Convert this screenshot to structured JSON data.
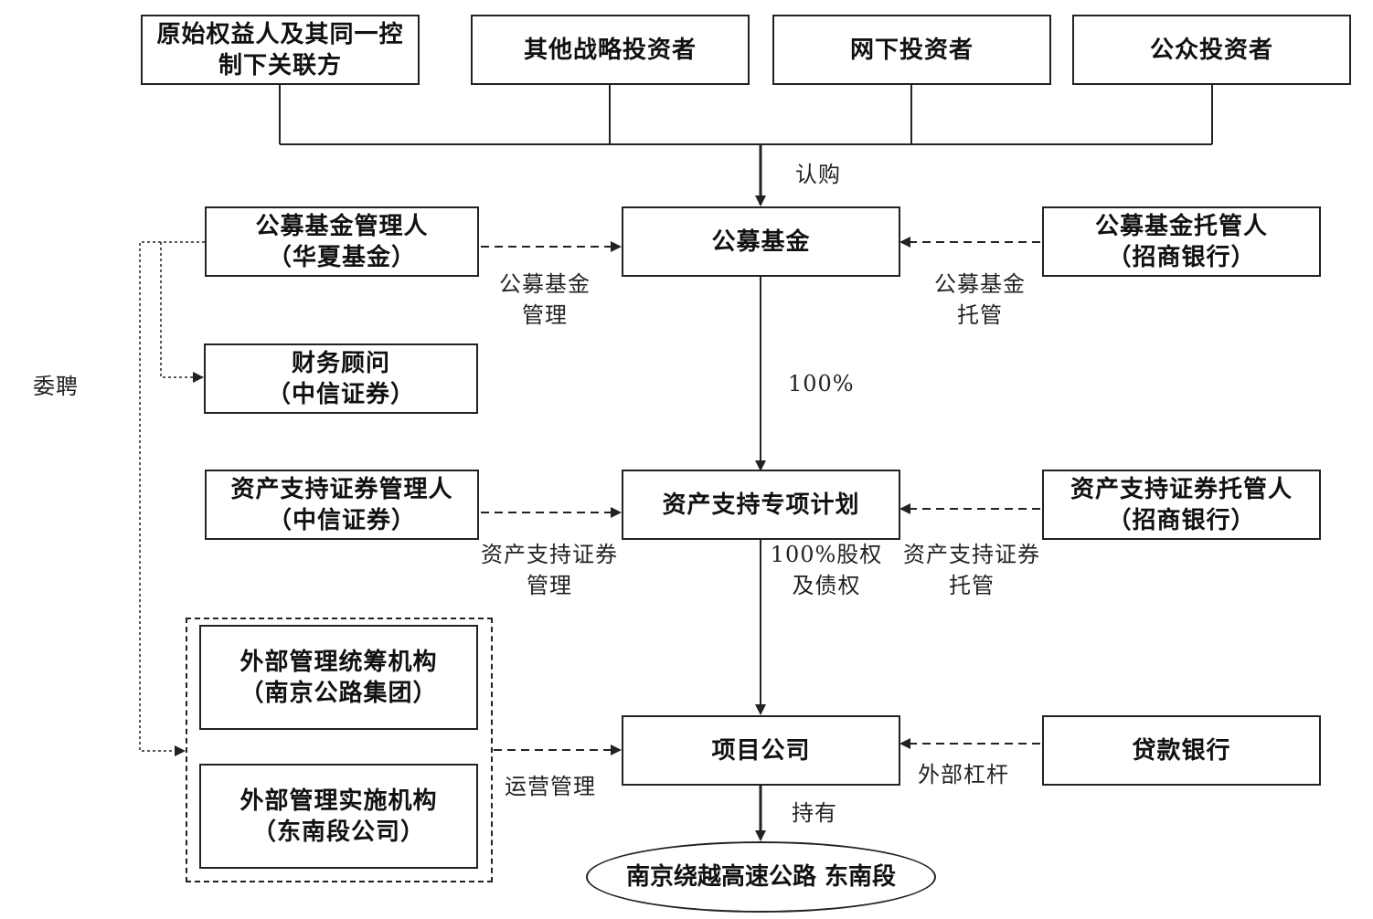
{
  "investors": {
    "original": [
      "原始权益人及其同一控",
      "制下关联方"
    ],
    "strategic": "其他战略投资者",
    "offline": "网下投资者",
    "public": "公众投资者"
  },
  "fund": {
    "name": "公募基金",
    "manager": [
      "公募基金管理人",
      "（华夏基金）"
    ],
    "custodian": [
      "公募基金托管人",
      "（招商银行）"
    ],
    "financial_advisor": [
      "财务顾问",
      "（中信证券）"
    ]
  },
  "abs": {
    "plan": "资产支持专项计划",
    "manager": [
      "资产支持证券管理人",
      "（中信证券）"
    ],
    "custodian": [
      "资产支持证券托管人",
      "（招商银行）"
    ]
  },
  "project": {
    "company": "项目公司",
    "bank": "贷款银行",
    "external_coord": [
      "外部管理统筹机构",
      "（南京公路集团）"
    ],
    "external_exec": [
      "外部管理实施机构",
      "（东南段公司）"
    ],
    "asset": [
      "南京绕越高速公路",
      "东南段"
    ]
  },
  "labels": {
    "subscribe": "认购",
    "fund_mgmt": [
      "公募基金",
      "管理"
    ],
    "fund_custody": [
      "公募基金",
      "托管"
    ],
    "hundred_pct": "100%",
    "abs_mgmt": [
      "资产支持证券",
      "管理"
    ],
    "equity_debt": [
      "100%股权",
      "及债权"
    ],
    "abs_custody": [
      "资产支持证券",
      "托管"
    ],
    "ops_mgmt": "运营管理",
    "leverage": "外部杠杆",
    "hold": "持有",
    "appoint": "委聘"
  }
}
